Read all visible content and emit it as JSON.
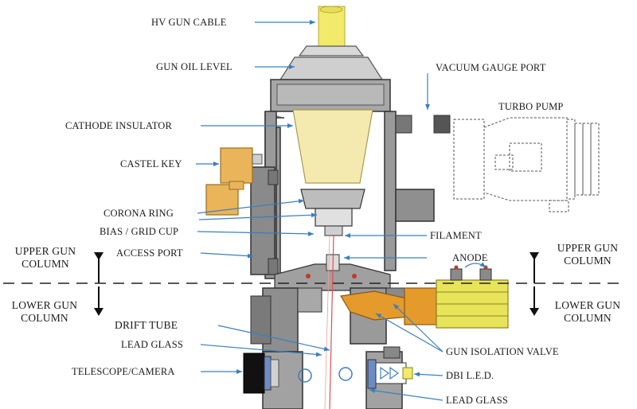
{
  "labels": {
    "hv_gun_cable": "HV GUN CABLE",
    "gun_oil_level": "GUN OIL LEVEL",
    "vacuum_gauge_port": "VACUUM GAUGE PORT",
    "turbo_pump": "TURBO PUMP",
    "cathode_insulator": "CATHODE INSULATOR",
    "castel_key": "CASTEL KEY",
    "corona_ring": "CORONA RING",
    "bias_grid_cup": "BIAS / GRID CUP",
    "filament": "FILAMENT",
    "access_port": "ACCESS PORT",
    "anode": "ANODE",
    "upper_gun_column_left_1": "UPPER GUN",
    "upper_gun_column_left_2": "COLUMN",
    "upper_gun_column_right_1": "UPPER GUN",
    "upper_gun_column_right_2": "COLUMN",
    "lower_gun_column_left_1": "LOWER GUN",
    "lower_gun_column_left_2": "COLUMN",
    "lower_gun_column_right_1": "LOWER GUN",
    "lower_gun_column_right_2": "COLUMN",
    "drift_tube": "DRIFT TUBE",
    "lead_glass_upper": "LEAD GLASS",
    "gun_isolation_valve": "GUN ISOLATION VALVE",
    "telescope_camera": "TELESCOPE/CAMERA",
    "dbi_led": "DBI  L.E.D.",
    "lead_glass_lower": "LEAD GLASS"
  },
  "colors": {
    "housing": "#8c8c8c",
    "housing_dark": "#555555",
    "insulator": "#f4eab0",
    "cable": "#f2ea6a",
    "castel_key": "#e9b45a",
    "valve": "#e59a2c",
    "valve_body": "#e8e45a",
    "arrow": "#3a7fc0",
    "beam": "#e05050"
  }
}
